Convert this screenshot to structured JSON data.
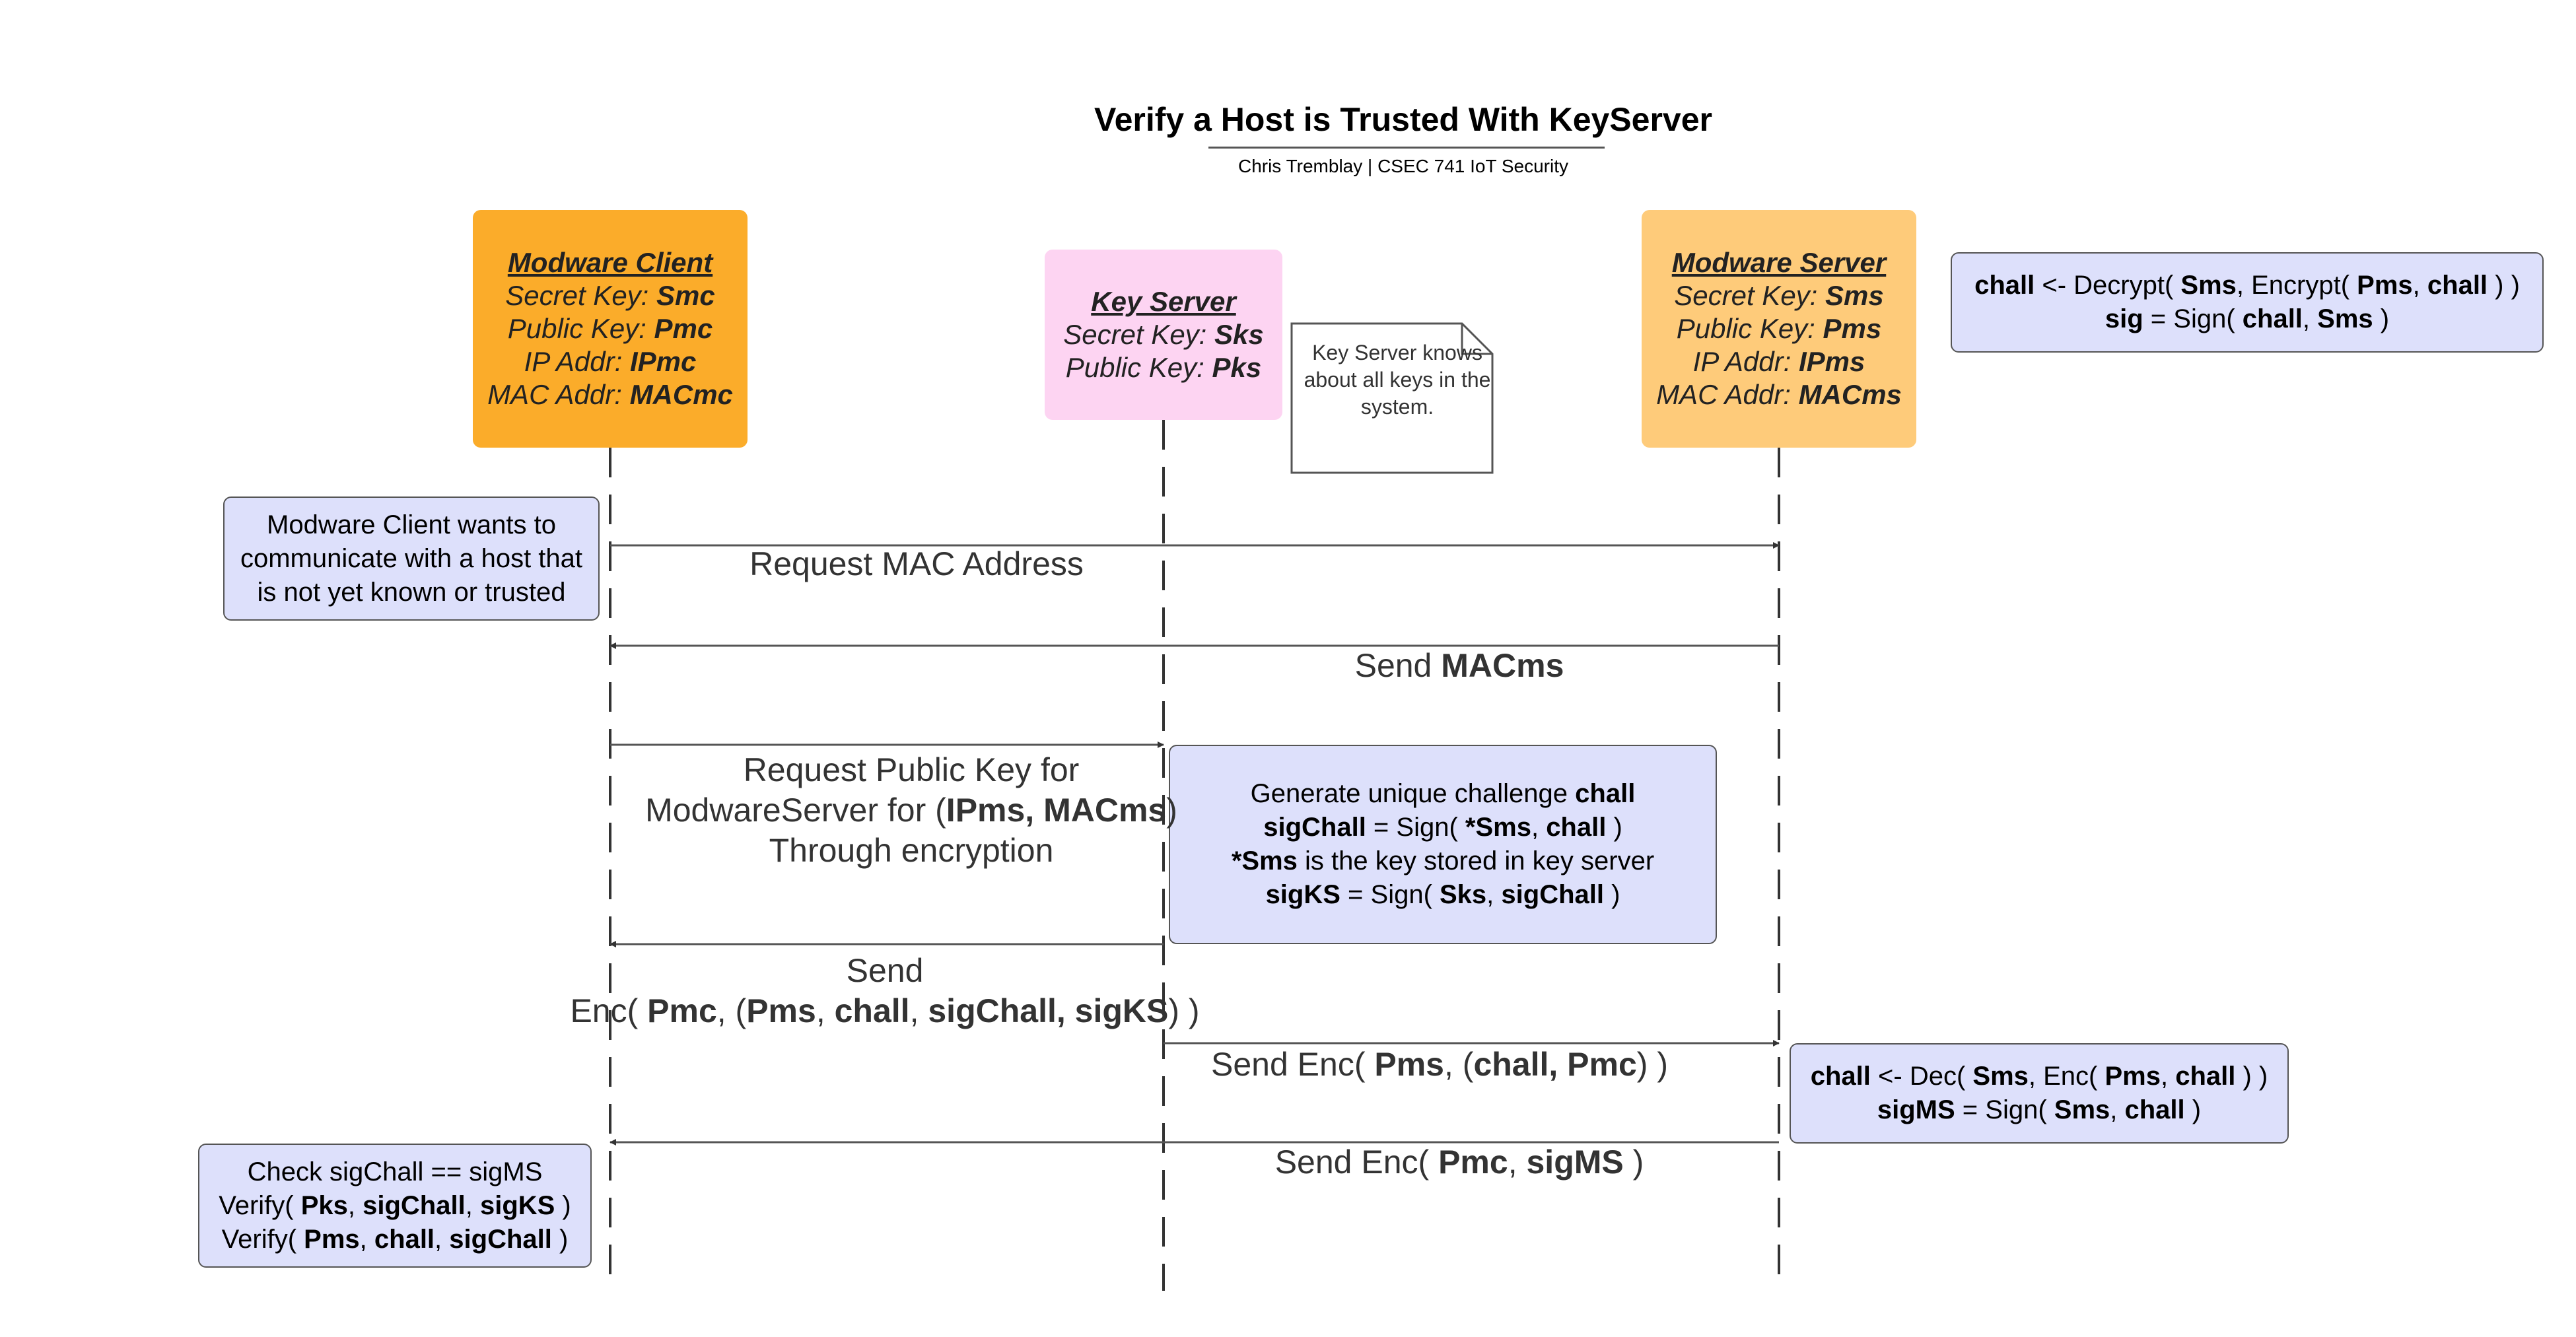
{
  "title": "Verify a Host is Trusted With KeyServer",
  "subtitle": "Chris Tremblay  |  CSEC 741 IoT Security",
  "colors": {
    "client": "#fbac2a",
    "server": "#fecb7a",
    "keyserver": "#fdd4f2",
    "note": "#dde0fb",
    "line": "#333333"
  },
  "actors": {
    "client": {
      "name": "Modware Client",
      "l1p": "Secret Key: ",
      "l1v": "Smc",
      "l2p": "Public Key: ",
      "l2v": "Pmc",
      "l3p": "IP Addr: ",
      "l3v": "IPmc",
      "l4p": "MAC Addr: ",
      "l4v": "MACmc"
    },
    "keyserver": {
      "name": "Key Server",
      "l1p": "Secret Key: ",
      "l1v": "Sks",
      "l2p": "Public Key: ",
      "l2v": "Pks"
    },
    "server": {
      "name": "Modware Server",
      "l1p": "Secret Key: ",
      "l1v": "Sms",
      "l2p": "Public Key: ",
      "l2v": "Pms",
      "l3p": "IP Addr: ",
      "l3v": "IPms",
      "l4p": "MAC Addr: ",
      "l4v": "MACms"
    }
  },
  "doc_note": {
    "text": "Key Server knows about all keys in the system."
  },
  "notes": {
    "intro": "Modware Client wants to communicate with a host that is not yet known or trusted",
    "server_top": {
      "a1": "chall",
      "a2": " <- Decrypt( ",
      "a3": "Sms",
      "a4": ", Encrypt( ",
      "a5": "Pms",
      "a6": ", ",
      "a7": "chall",
      "a8": " ) )",
      "b1": "sig",
      "b2": " = Sign( ",
      "b3": "chall",
      "b4": ", ",
      "b5": "Sms",
      "b6": " )"
    },
    "challenge": {
      "a1": "Generate unique challenge ",
      "a2": "chall",
      "b1": "sigChall",
      "b2": " = Sign( ",
      "b3": "*Sms",
      "b4": ", ",
      "b5": "chall",
      "b6": " )",
      "c1": "*Sms",
      "c2": " is the key stored in key server",
      "d1": "sigKS",
      "d2": " = Sign( ",
      "d3": "Sks",
      "d4": ", ",
      "d5": "sigChall",
      "d6": " )"
    },
    "server_bottom": {
      "a1": "chall",
      "a2": " <- Dec( ",
      "a3": "Sms",
      "a4": ", Enc( ",
      "a5": "Pms",
      "a6": ", ",
      "a7": "chall",
      "a8": " ) )",
      "b1": "sigMS",
      "b2": " = Sign( ",
      "b3": "Sms",
      "b4": ", ",
      "b5": "chall",
      "b6": " )"
    },
    "check": {
      "a1": "Check sigChall == sigMS",
      "b1": "Verify( ",
      "b2": "Pks",
      "b3": ", ",
      "b4": "sigChall",
      "b5": ", ",
      "b6": "sigKS",
      "b7": " )",
      "c1": "Verify( ",
      "c2": "Pms",
      "c3": ", ",
      "c4": "chall",
      "c5": ", ",
      "c6": "sigChall",
      "c7": " )"
    }
  },
  "messages": {
    "m1": {
      "text": "Request MAC Address"
    },
    "m2": {
      "p1": "Send ",
      "p2": "MACms"
    },
    "m3": {
      "l1": "Request Public Key for",
      "l2a": "ModwareServer for (",
      "l2b": "IPms, MACms",
      "l2c": ")",
      "l3": "Through encryption"
    },
    "m4": {
      "l1": "Send",
      "l2a": "Enc( ",
      "l2b": "Pmc",
      "l2c": ", (",
      "l2d": "Pms",
      "l2e": ", ",
      "l2f": "chall",
      "l2g": ", ",
      "l2h": "sigChall, sigKS",
      "l2i": ") )"
    },
    "m5": {
      "a": "Send Enc( ",
      "b": "Pms",
      "c": ", (",
      "d": "chall, Pmc",
      "e": ") )"
    },
    "m6": {
      "a": "Send Enc( ",
      "b": "Pmc",
      "c": ", ",
      "d": "sigMS",
      "e": " )"
    }
  }
}
